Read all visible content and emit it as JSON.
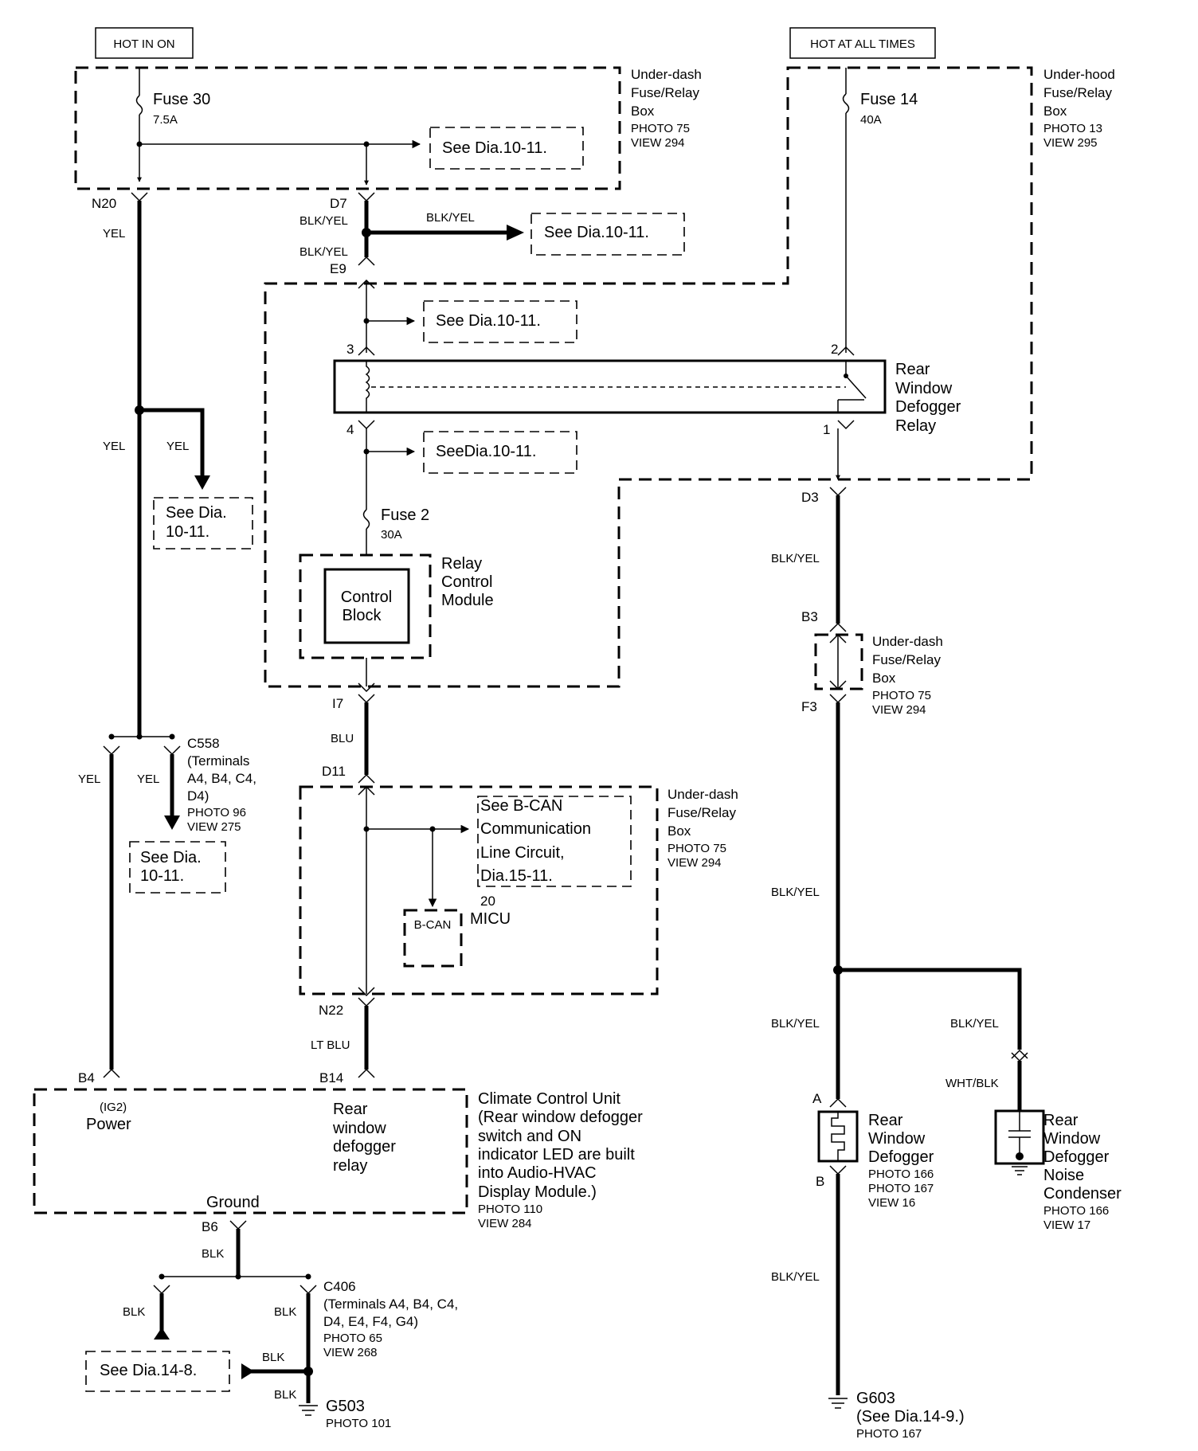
{
  "power_labels": {
    "hot_in_on": "HOT IN ON",
    "hot_at_all_times": "HOT AT ALL TIMES"
  },
  "underdash_box_top": {
    "l1": "Under-dash",
    "l2": "Fuse/Relay",
    "l3": "Box",
    "photo": "PHOTO 75",
    "view": "VIEW 294"
  },
  "underhood_box": {
    "l1": "Under-hood",
    "l2": "Fuse/Relay",
    "l3": "Box",
    "photo": "PHOTO 13",
    "view": "VIEW 295"
  },
  "fuse30": {
    "name": "Fuse 30",
    "rating": "7.5A"
  },
  "fuse14": {
    "name": "Fuse 14",
    "rating": "40A"
  },
  "fuse2": {
    "name": "Fuse 2",
    "rating": "30A"
  },
  "refs": {
    "r1": "See Dia.10-11.",
    "r2": "See Dia.10-11.",
    "r3": "See Dia.10-11.",
    "r4": "SeeDia.10-11.",
    "r5a": "See Dia.",
    "r5b": "10-11.",
    "r6a": "See Dia.",
    "r6b": "10-11.",
    "r7": "See Dia.14-8."
  },
  "connectors": {
    "n20": "N20",
    "d7": "D7",
    "e9": "E9",
    "d3": "D3",
    "b3": "B3",
    "f3": "F3",
    "i7": "I7",
    "d11": "D11",
    "n22": "N22",
    "b4": "B4",
    "b14": "B14",
    "b6": "B6",
    "a": "A",
    "b": "B",
    "p3": "3",
    "p2": "2",
    "p4": "4",
    "p1": "1",
    "p20": "20"
  },
  "wires": {
    "yel1": "YEL",
    "yel2": "YEL",
    "yel3": "YEL",
    "yel4": "YEL",
    "yel5": "YEL",
    "blkyel1": "BLK/YEL",
    "blkyel2": "BLK/YEL",
    "blkyel3": "BLK/YEL",
    "blkyel4": "BLK/YEL",
    "blkyel5": "BLK/YEL",
    "blkyel6": "BLK/YEL",
    "blkyel7": "BLK/YEL",
    "blkyel8": "BLK/YEL",
    "blu": "BLU",
    "ltblu": "LT BLU",
    "whtblk": "WHT/BLK",
    "blk1": "BLK",
    "blk2": "BLK",
    "blk3": "BLK",
    "blk4": "BLK",
    "blk5": "BLK"
  },
  "defogger_relay": {
    "l1": "Rear",
    "l2": "Window",
    "l3": "Defogger",
    "l4": "Relay"
  },
  "relay_control": {
    "inner1": "Control",
    "inner2": "Block",
    "l1": "Relay",
    "l2": "Control",
    "l3": "Module"
  },
  "underdash_box_right": {
    "l1": "Under-dash",
    "l2": "Fuse/Relay",
    "l3": "Box",
    "photo": "PHOTO 75",
    "view": "VIEW 294"
  },
  "underdash_box_mid": {
    "l1": "Under-dash",
    "l2": "Fuse/Relay",
    "l3": "Box",
    "photo": "PHOTO 75",
    "view": "VIEW 294"
  },
  "bcan_ref": {
    "l1": "See B-CAN",
    "l2": "Communication",
    "l3": "Line Circuit,",
    "l4": "Dia.15-11."
  },
  "micu": {
    "name": "MICU",
    "bcan": "B-CAN"
  },
  "c558": {
    "name": "C558",
    "l1": "(Terminals",
    "l2": "A4, B4, C4,",
    "l3": "D4)",
    "photo": "PHOTO 96",
    "view": "VIEW 275"
  },
  "climate": {
    "ig2": "(IG2)",
    "power": "Power",
    "ground": "Ground",
    "r1": "Rear",
    "r2": "window",
    "r3": "defogger",
    "r4": "relay",
    "d1": "Climate Control Unit",
    "d2": "(Rear window defogger",
    "d3": "switch and ON",
    "d4": "indicator LED are built",
    "d5": "into Audio-HVAC",
    "d6": "Display Module.)",
    "photo": "PHOTO 110",
    "view": "VIEW 284"
  },
  "c406": {
    "name": "C406",
    "l1": "(Terminals A4, B4, C4,",
    "l2": "D4, E4, F4, G4)",
    "photo": "PHOTO 65",
    "view": "VIEW 268"
  },
  "g503": {
    "name": "G503",
    "photo": "PHOTO 101"
  },
  "g603": {
    "name": "G603",
    "ref": "(See Dia.14-9.)",
    "photo": "PHOTO 167"
  },
  "defogger": {
    "l1": "Rear",
    "l2": "Window",
    "l3": "Defogger",
    "photo1": "PHOTO 166",
    "photo2": "PHOTO 167",
    "view": "VIEW 16"
  },
  "condenser": {
    "l1": "Rear",
    "l2": "Window",
    "l3": "Defogger",
    "l4": "Noise",
    "l5": "Condenser",
    "photo": "PHOTO 166",
    "view": "VIEW 17"
  }
}
